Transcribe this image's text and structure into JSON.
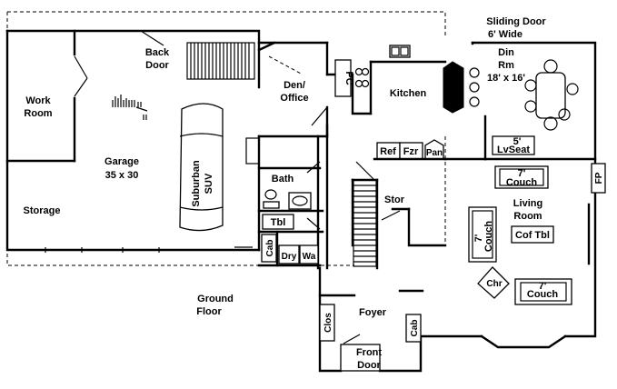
{
  "labels": {
    "sliding_door_1": "Sliding Door",
    "sliding_door_2": "6' Wide",
    "back_door_1": "Back",
    "back_door_2": "Door",
    "din_1": "Din",
    "din_2": "Rm",
    "din_3": "18' x 16'",
    "work_room_1": "Work",
    "work_room_2": "Room",
    "den_1": "Den/",
    "den_2": "Office",
    "pc": "PC",
    "kitchen": "Kitchen",
    "garage_1": "Garage",
    "garage_2": "35 x 30",
    "suv_1": "Suburban",
    "suv_2": "SUV",
    "ref": "Ref",
    "fzr": "Fzr",
    "pan": "Pan",
    "lvseat_1": "5'",
    "lvseat_2": "LvSeat",
    "bath": "Bath",
    "couch_top_1": "7'",
    "couch_top_2": "Couch",
    "fp": "FP",
    "storage": "Storage",
    "stor": "Stor",
    "tbl": "Tbl",
    "living_1": "Living",
    "living_2": "Room",
    "couch_left_1": "7'",
    "couch_left_2": "Couch",
    "cof_tbl": "Cof Tbl",
    "cab_bath": "Cab",
    "dry": "Dry",
    "wa": "Wa",
    "chr": "Chr",
    "couch_bottom_1": "7'",
    "couch_bottom_2": "Couch",
    "ground_1": "Ground",
    "ground_2": "Floor",
    "clos": "Clos",
    "foyer": "Foyer",
    "cab_foyer": "Cab",
    "front_door_1": "Front",
    "front_door_2": "Door"
  }
}
